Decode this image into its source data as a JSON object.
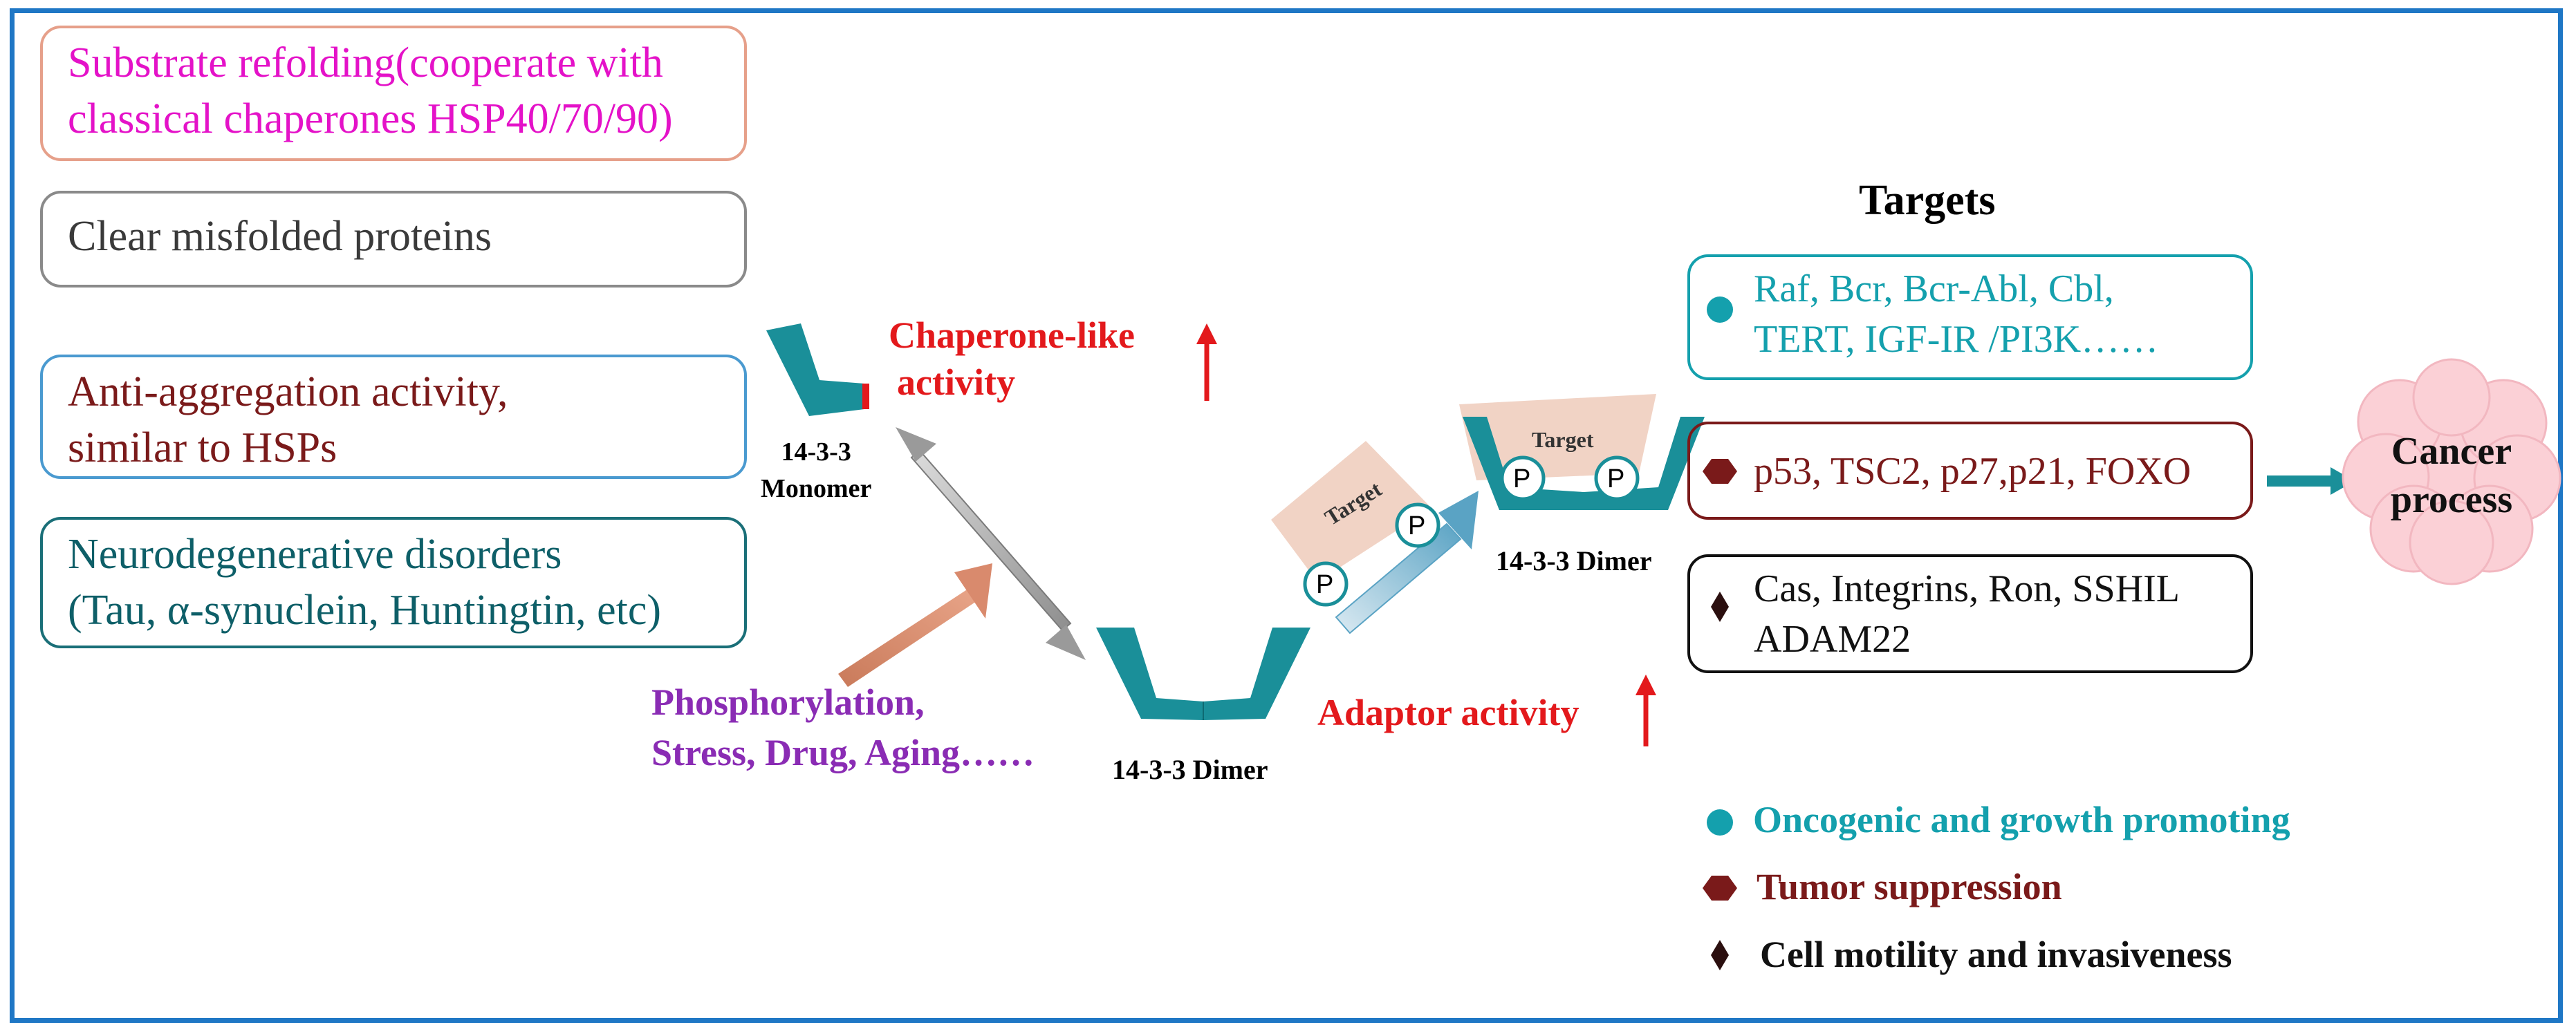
{
  "colors": {
    "frame": "#1f77c5",
    "teal": "#1a8f99",
    "teal_text": "#14a0ad",
    "magenta": "#e412c8",
    "dark_red": "#8b1a1a",
    "red": "#e3191c",
    "purple": "#8a2cb4",
    "salmon": "#d98a6d",
    "cloud": "#fbd0d6"
  },
  "left_boxes": [
    {
      "lines": [
        "Substrate refolding(cooperate with",
        "classical chaperones HSP40/70/90)"
      ]
    },
    {
      "lines": [
        "Clear misfolded proteins"
      ]
    },
    {
      "lines": [
        "Anti-aggregation activity,",
        "similar to HSPs"
      ]
    },
    {
      "lines": [
        "Neurodegenerative disorders",
        "(Tau, α-synuclein, Huntingtin, etc)"
      ]
    }
  ],
  "monomer": {
    "label_lines": [
      "14-3-3",
      "Monomer"
    ]
  },
  "chaperone": {
    "lines": [
      "Chaperone-like",
      "activity"
    ],
    "arrow": "up-arrow"
  },
  "dimer_center": {
    "label": "14-3-3 Dimer"
  },
  "stimuli": {
    "lines": [
      "Phosphorylation,",
      "Stress, Drug, Aging……"
    ]
  },
  "adaptor": {
    "label": "Adaptor activity",
    "arrow": "up-arrow"
  },
  "target_complex": {
    "target_label": "Target",
    "phospho_label": "P"
  },
  "dimer_right": {
    "label": "14-3-3 Dimer",
    "target_label": "Target",
    "phospho_label": "P"
  },
  "targets": {
    "title": "Targets",
    "groups": [
      {
        "icon": "circle-icon",
        "lines": [
          "Raf,  Bcr, Bcr-Abl, Cbl,",
          "TERT, IGF-IR /PI3K……"
        ]
      },
      {
        "icon": "hexagon-icon",
        "lines": [
          "p53, TSC2, p27,p21, FOXO"
        ]
      },
      {
        "icon": "diamond-icon",
        "lines": [
          "Cas, Integrins, Ron, SSHIL",
          "ADAM22"
        ]
      }
    ]
  },
  "cancer": {
    "lines": [
      "Cancer",
      "process"
    ]
  },
  "legend": [
    {
      "icon": "circle-icon",
      "label": "Oncogenic and growth promoting"
    },
    {
      "icon": "hexagon-icon",
      "label": "Tumor suppression"
    },
    {
      "icon": "diamond-icon",
      "label": "Cell motility and invasiveness"
    }
  ]
}
